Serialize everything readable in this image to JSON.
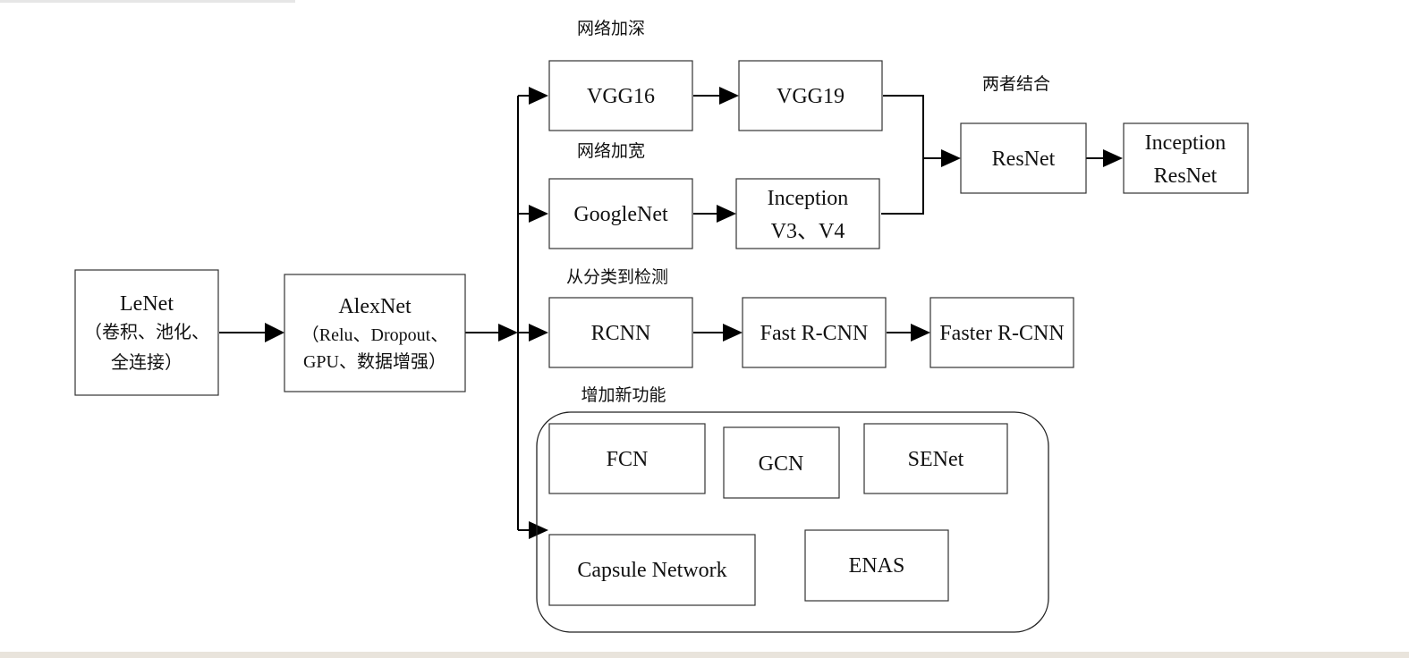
{
  "nodes": {
    "lenet": {
      "line1": "LeNet",
      "line2": "（卷积、池化、",
      "line3": "全连接）"
    },
    "alexnet": {
      "line1": "AlexNet",
      "line2": "（Relu、Dropout、",
      "line3": "GPU、数据增强）"
    },
    "vgg16": {
      "label": "VGG16"
    },
    "vgg19": {
      "label": "VGG19"
    },
    "googlenet": {
      "label": "GoogleNet"
    },
    "inception_v3v4": {
      "line1": "Inception",
      "line2": "V3、V4"
    },
    "resnet": {
      "label": "ResNet"
    },
    "inception_resnet": {
      "line1": "Inception",
      "line2": "ResNet"
    },
    "rcnn": {
      "label": "RCNN"
    },
    "fast_rcnn": {
      "label": "Fast R-CNN"
    },
    "faster_rcnn": {
      "label": "Faster R-CNN"
    },
    "fcn": {
      "label": "FCN"
    },
    "gcn": {
      "label": "GCN"
    },
    "senet": {
      "label": "SENet"
    },
    "capsule_network": {
      "label": "Capsule Network"
    },
    "enas": {
      "label": "ENAS"
    }
  },
  "group_labels": {
    "deeper": "网络加深",
    "wider": "网络加宽",
    "combined": "两者结合",
    "detection": "从分类到检测",
    "new_functions": "增加新功能"
  }
}
